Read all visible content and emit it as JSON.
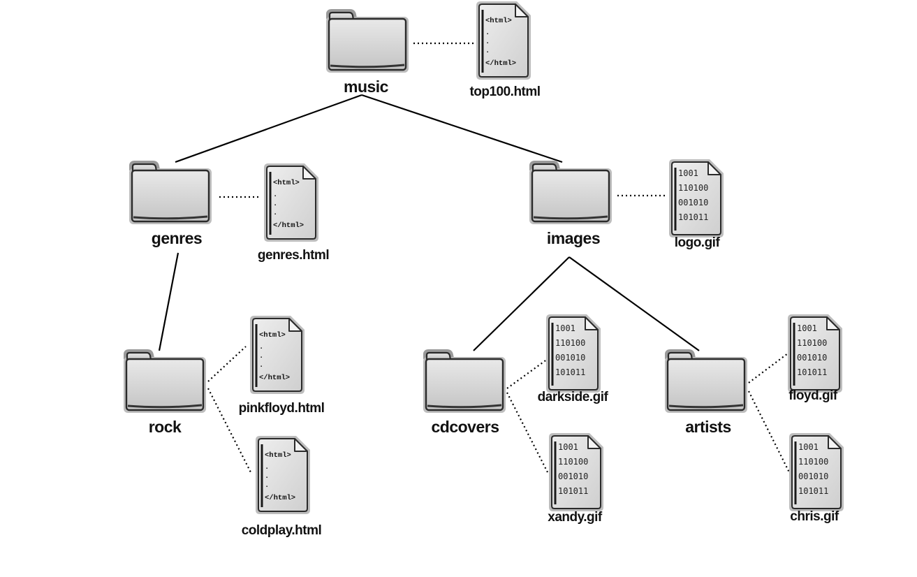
{
  "folders": [
    {
      "id": "music",
      "label": "music"
    },
    {
      "id": "genres",
      "label": "genres"
    },
    {
      "id": "images",
      "label": "images"
    },
    {
      "id": "rock",
      "label": "rock"
    },
    {
      "id": "cdcovers",
      "label": "cdcovers"
    },
    {
      "id": "artists",
      "label": "artists"
    }
  ],
  "files": [
    {
      "id": "top100",
      "label": "top100.html",
      "kind": "html"
    },
    {
      "id": "genres_html",
      "label": "genres.html",
      "kind": "html"
    },
    {
      "id": "logo",
      "label": "logo.gif",
      "kind": "gif"
    },
    {
      "id": "pinkfloyd",
      "label": "pinkfloyd.html",
      "kind": "html"
    },
    {
      "id": "coldplay",
      "label": "coldplay.html",
      "kind": "html"
    },
    {
      "id": "darkside",
      "label": "darkside.gif",
      "kind": "gif"
    },
    {
      "id": "xandy",
      "label": "xandy.gif",
      "kind": "gif"
    },
    {
      "id": "floyd",
      "label": "floyd.gif",
      "kind": "gif"
    },
    {
      "id": "chris",
      "label": "chris.gif",
      "kind": "gif"
    }
  ],
  "html_icon": {
    "open_tag": "<html>",
    "close_tag": "</html>"
  },
  "gif_icon": {
    "rows": [
      "1001",
      "110100",
      "001010",
      "101011"
    ]
  },
  "colors": {
    "folder_fill": "#d9d9d9",
    "outline": "#2a2a2a",
    "line": "#000000",
    "background": "#ffffff"
  }
}
